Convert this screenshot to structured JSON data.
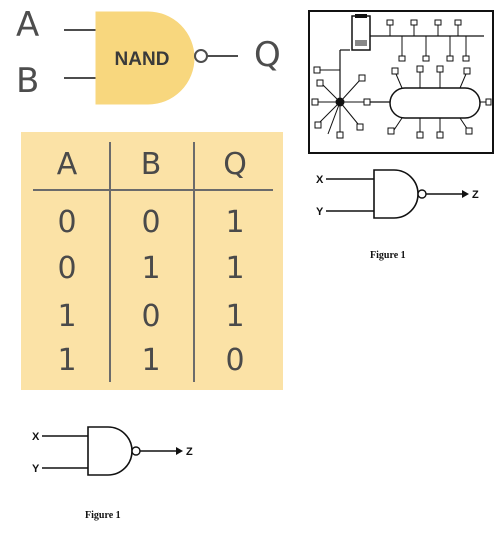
{
  "top_gate": {
    "input_a": "A",
    "input_b": "B",
    "gate_name": "NAND",
    "output": "Q",
    "fill_color": "#f8d77e"
  },
  "truth_table": {
    "headers": [
      "A",
      "B",
      "Q"
    ],
    "rows": [
      [
        "0",
        "0",
        "1"
      ],
      [
        "0",
        "1",
        "1"
      ],
      [
        "1",
        "0",
        "1"
      ],
      [
        "1",
        "1",
        "0"
      ]
    ],
    "background": "#fbe2a6"
  },
  "figure_right": {
    "input_x": "X",
    "input_y": "Y",
    "output": "Z",
    "caption": "Figure 1"
  },
  "figure_bottom": {
    "input_x": "X",
    "input_y": "Y",
    "output": "Z",
    "caption": "Figure 1"
  }
}
